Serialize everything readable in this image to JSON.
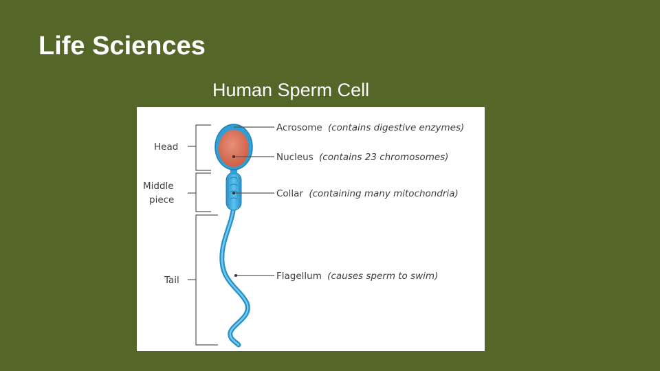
{
  "slide": {
    "title": "Life Sciences",
    "subtitle": "Human Sperm Cell"
  },
  "diagram": {
    "regions": {
      "head": "Head",
      "middle_line1": "Middle",
      "middle_line2": "piece",
      "tail": "Tail"
    },
    "callouts": {
      "acrosome": {
        "name": "Acrosome",
        "note": "(contains digestive enzymes)"
      },
      "nucleus": {
        "name": "Nucleus",
        "note": "(contains 23 chromosomes)"
      },
      "collar": {
        "name": "Collar",
        "note": "(containing many mitochondria)"
      },
      "flagellum": {
        "name": "Flagellum",
        "note": "(causes sperm to swim)"
      }
    },
    "colors": {
      "background": "#556629",
      "cell_blue": "#2f9fd6",
      "cell_blue_light": "#5cc2ee",
      "nucleus_red": "#d9735a"
    }
  }
}
